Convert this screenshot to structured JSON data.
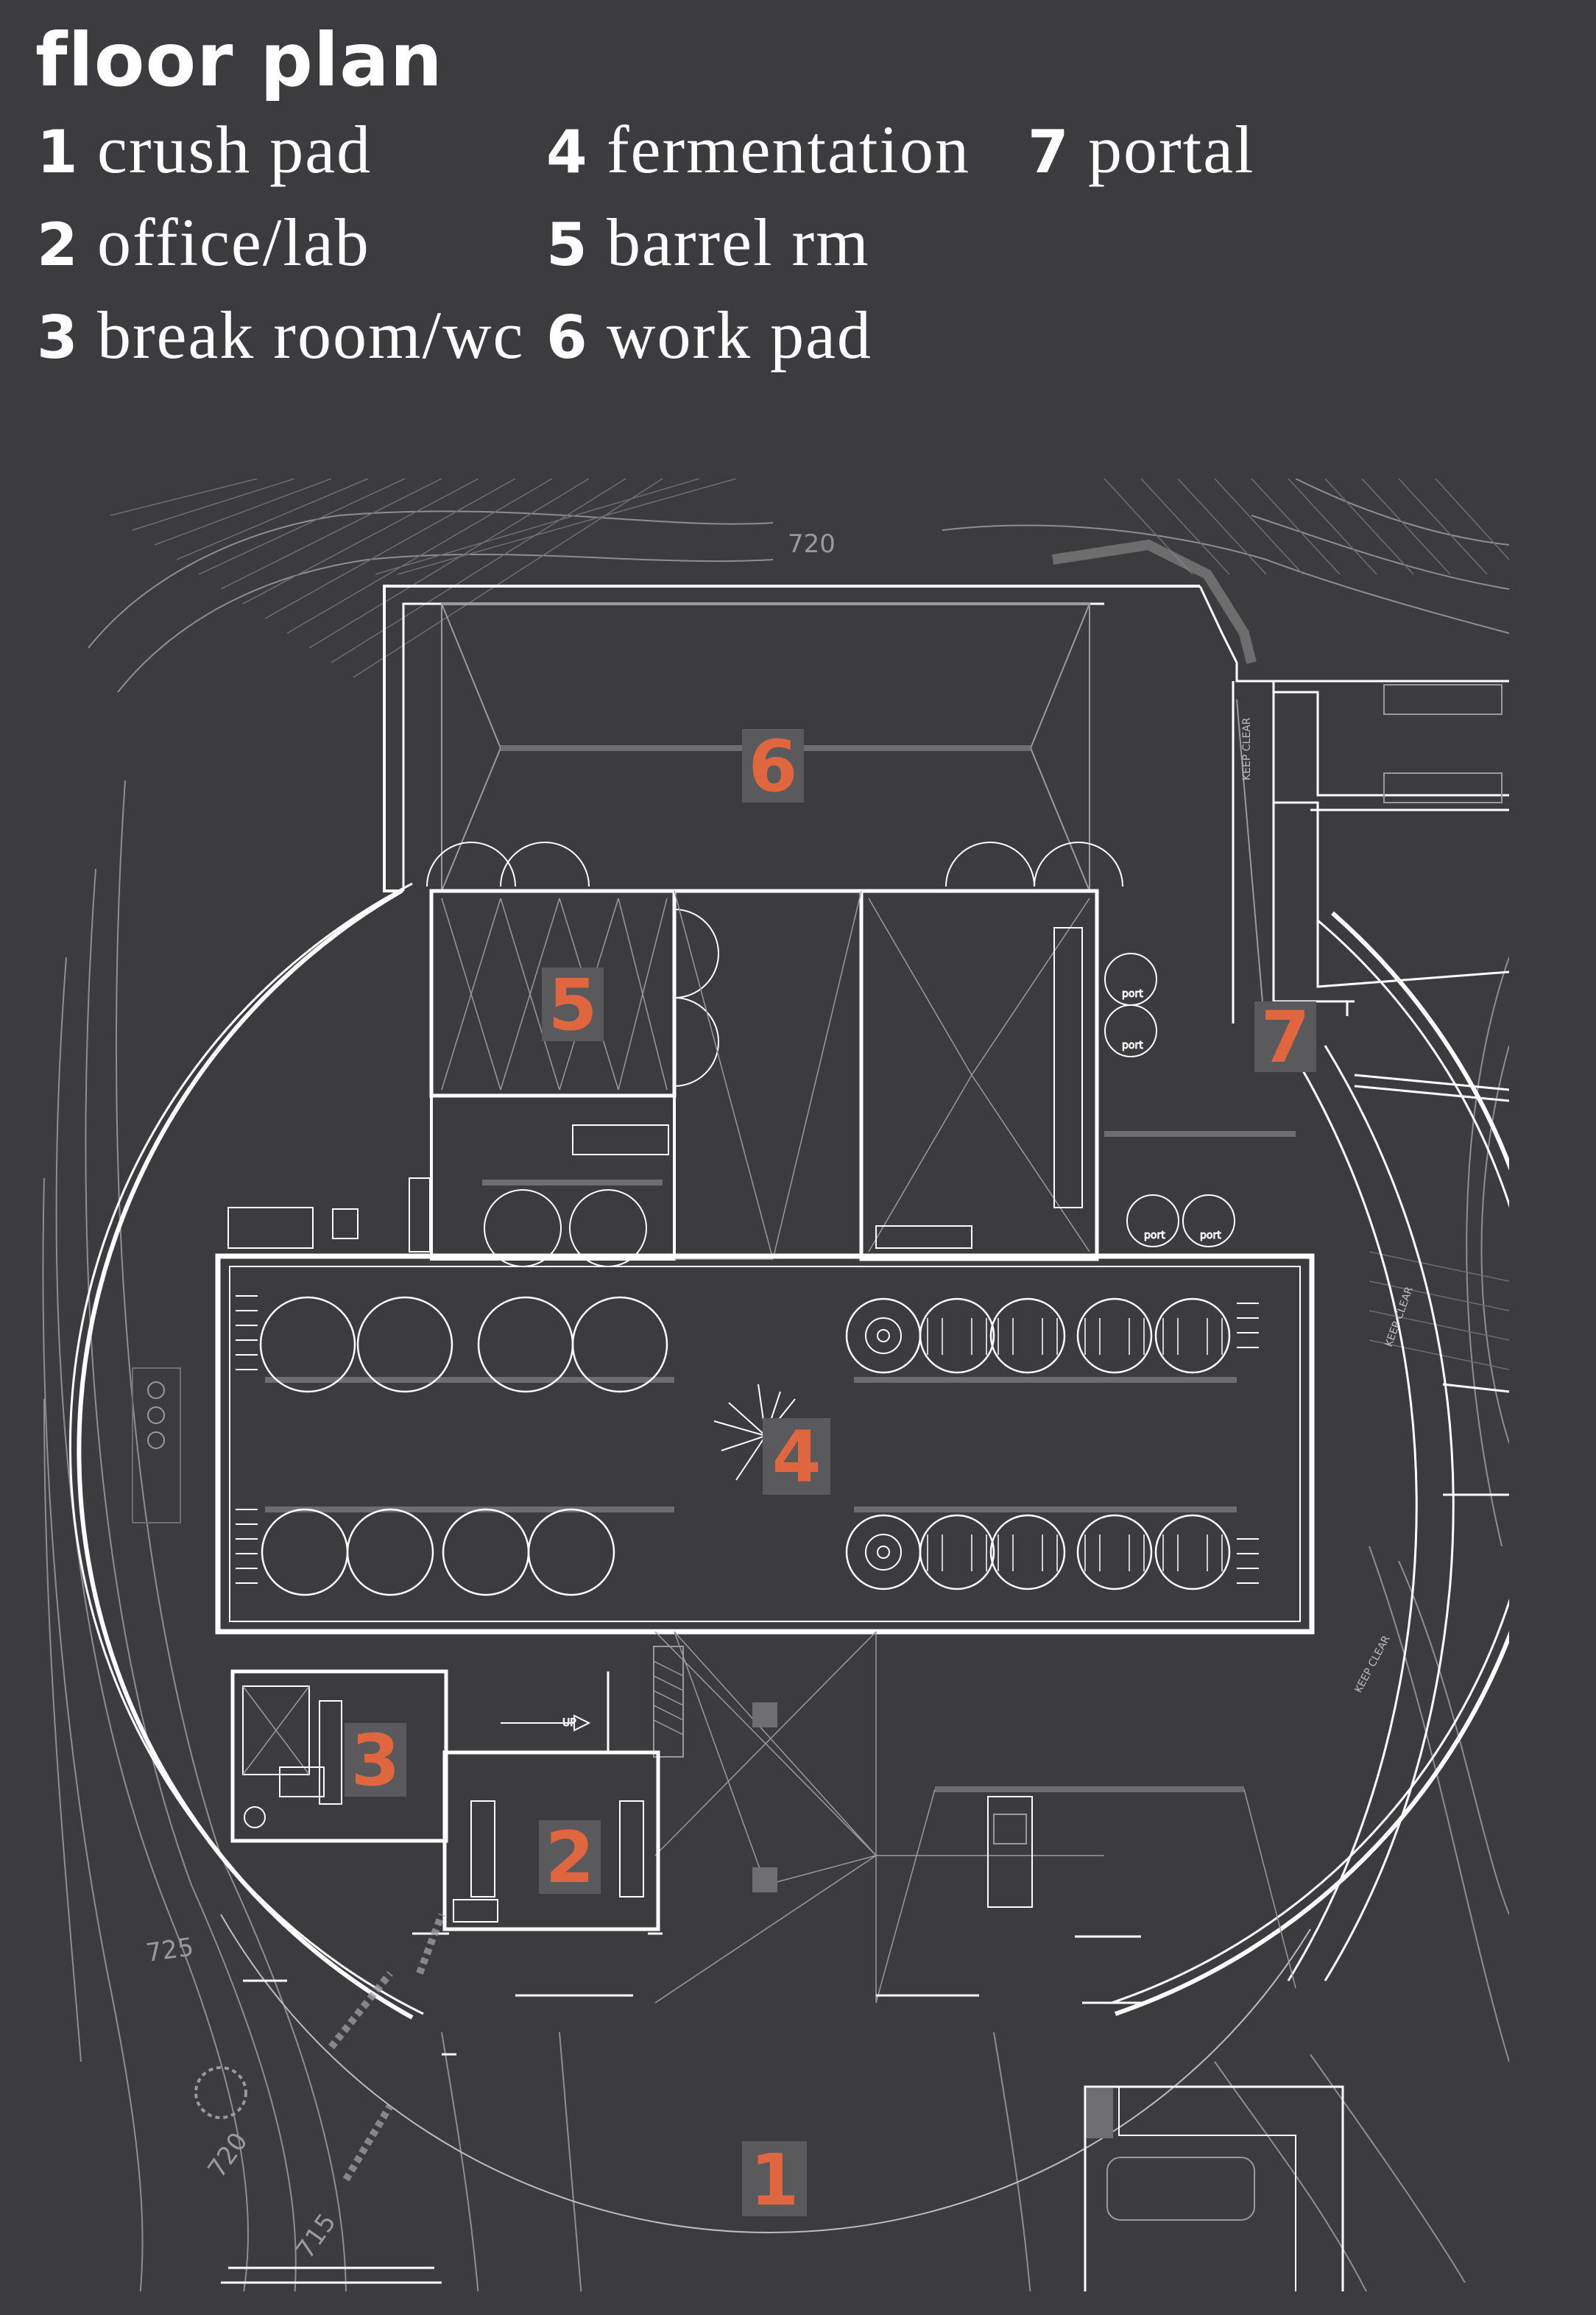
{
  "title": "floor plan",
  "legend": [
    {
      "num": "1",
      "label": "crush pad"
    },
    {
      "num": "2",
      "label": "office/lab"
    },
    {
      "num": "3",
      "label": "break room/wc"
    },
    {
      "num": "4",
      "label": "fermentation"
    },
    {
      "num": "5",
      "label": "barrel rm"
    },
    {
      "num": "6",
      "label": "work pad"
    },
    {
      "num": "7",
      "label": "portal"
    }
  ],
  "plan": {
    "room_markers": [
      "1",
      "2",
      "3",
      "4",
      "5",
      "6",
      "7"
    ],
    "elevations": [
      "720",
      "725",
      "720",
      "715"
    ],
    "signs": {
      "keep_clear": "KEEP CLEAR",
      "up": "UP",
      "port": "port"
    }
  },
  "colors": {
    "background": "#3c3c3e",
    "text": "#ffffff",
    "accent": "#e06640",
    "marker_box": "#5a5a5c",
    "wall": "#ffffff",
    "contour": "#8e8e90"
  }
}
